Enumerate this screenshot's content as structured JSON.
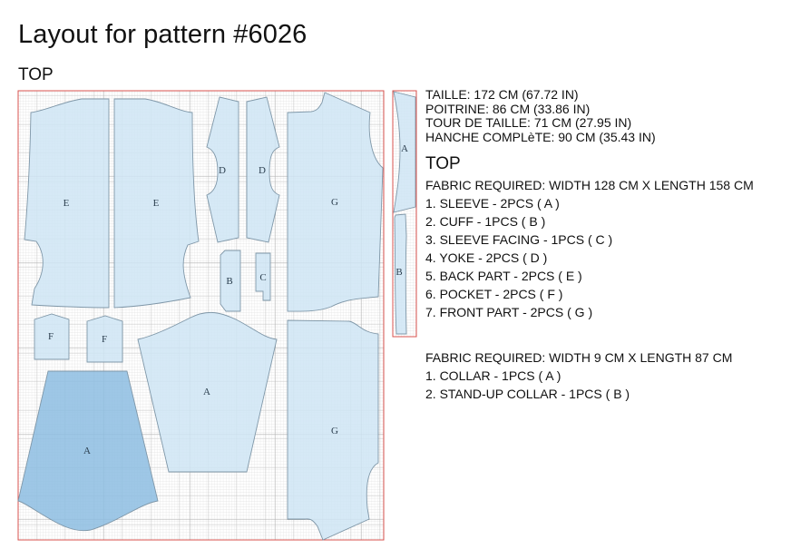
{
  "page": {
    "title": "Layout for pattern #6026",
    "section_title": "TOP"
  },
  "measurements": [
    "TAILLE: 172 CM (67.72 IN)",
    "POITRINE: 86 CM (33.86 IN)",
    "TOUR DE TAILLE: 71 CM (27.95 IN)",
    "HANCHE COMPLèTE: 90 CM (35.43 IN)"
  ],
  "info_section_title": "TOP",
  "fabrics": [
    {
      "required": "FABRIC REQUIRED: WIDTH 128 CM X LENGTH 158 CM",
      "width_cm": 128,
      "length_cm": 158,
      "pieces": [
        "1. SLEEVE - 2PCS ( A )",
        "2. CUFF - 1PCS ( B )",
        "3. SLEEVE FACING - 1PCS ( C )",
        "4. YOKE - 2PCS ( D )",
        "5. BACK PART - 2PCS ( E )",
        "6. POCKET - 2PCS ( F )",
        "7. FRONT PART - 2PCS ( G )"
      ]
    },
    {
      "required": "FABRIC REQUIRED: WIDTH 9 CM X LENGTH 87 CM",
      "width_cm": 9,
      "length_cm": 87,
      "pieces": [
        "1. COLLAR - 1PCS ( A )",
        "2. STAND-UP COLLAR - 1PCS ( B )"
      ]
    }
  ],
  "layout_labels": {
    "main": [
      "E",
      "E",
      "D",
      "D",
      "G",
      "B",
      "C",
      "F",
      "F",
      "A",
      "A",
      "G"
    ],
    "small": [
      "A",
      "B"
    ]
  },
  "colors": {
    "border": "#d9534f",
    "piece_fill": "#cfe5f4",
    "piece_fill_selected": "#8dbde2",
    "piece_stroke": "#7f97a8",
    "grid_minor": "#e2e2e2",
    "grid_major": "#bdbdbd"
  }
}
